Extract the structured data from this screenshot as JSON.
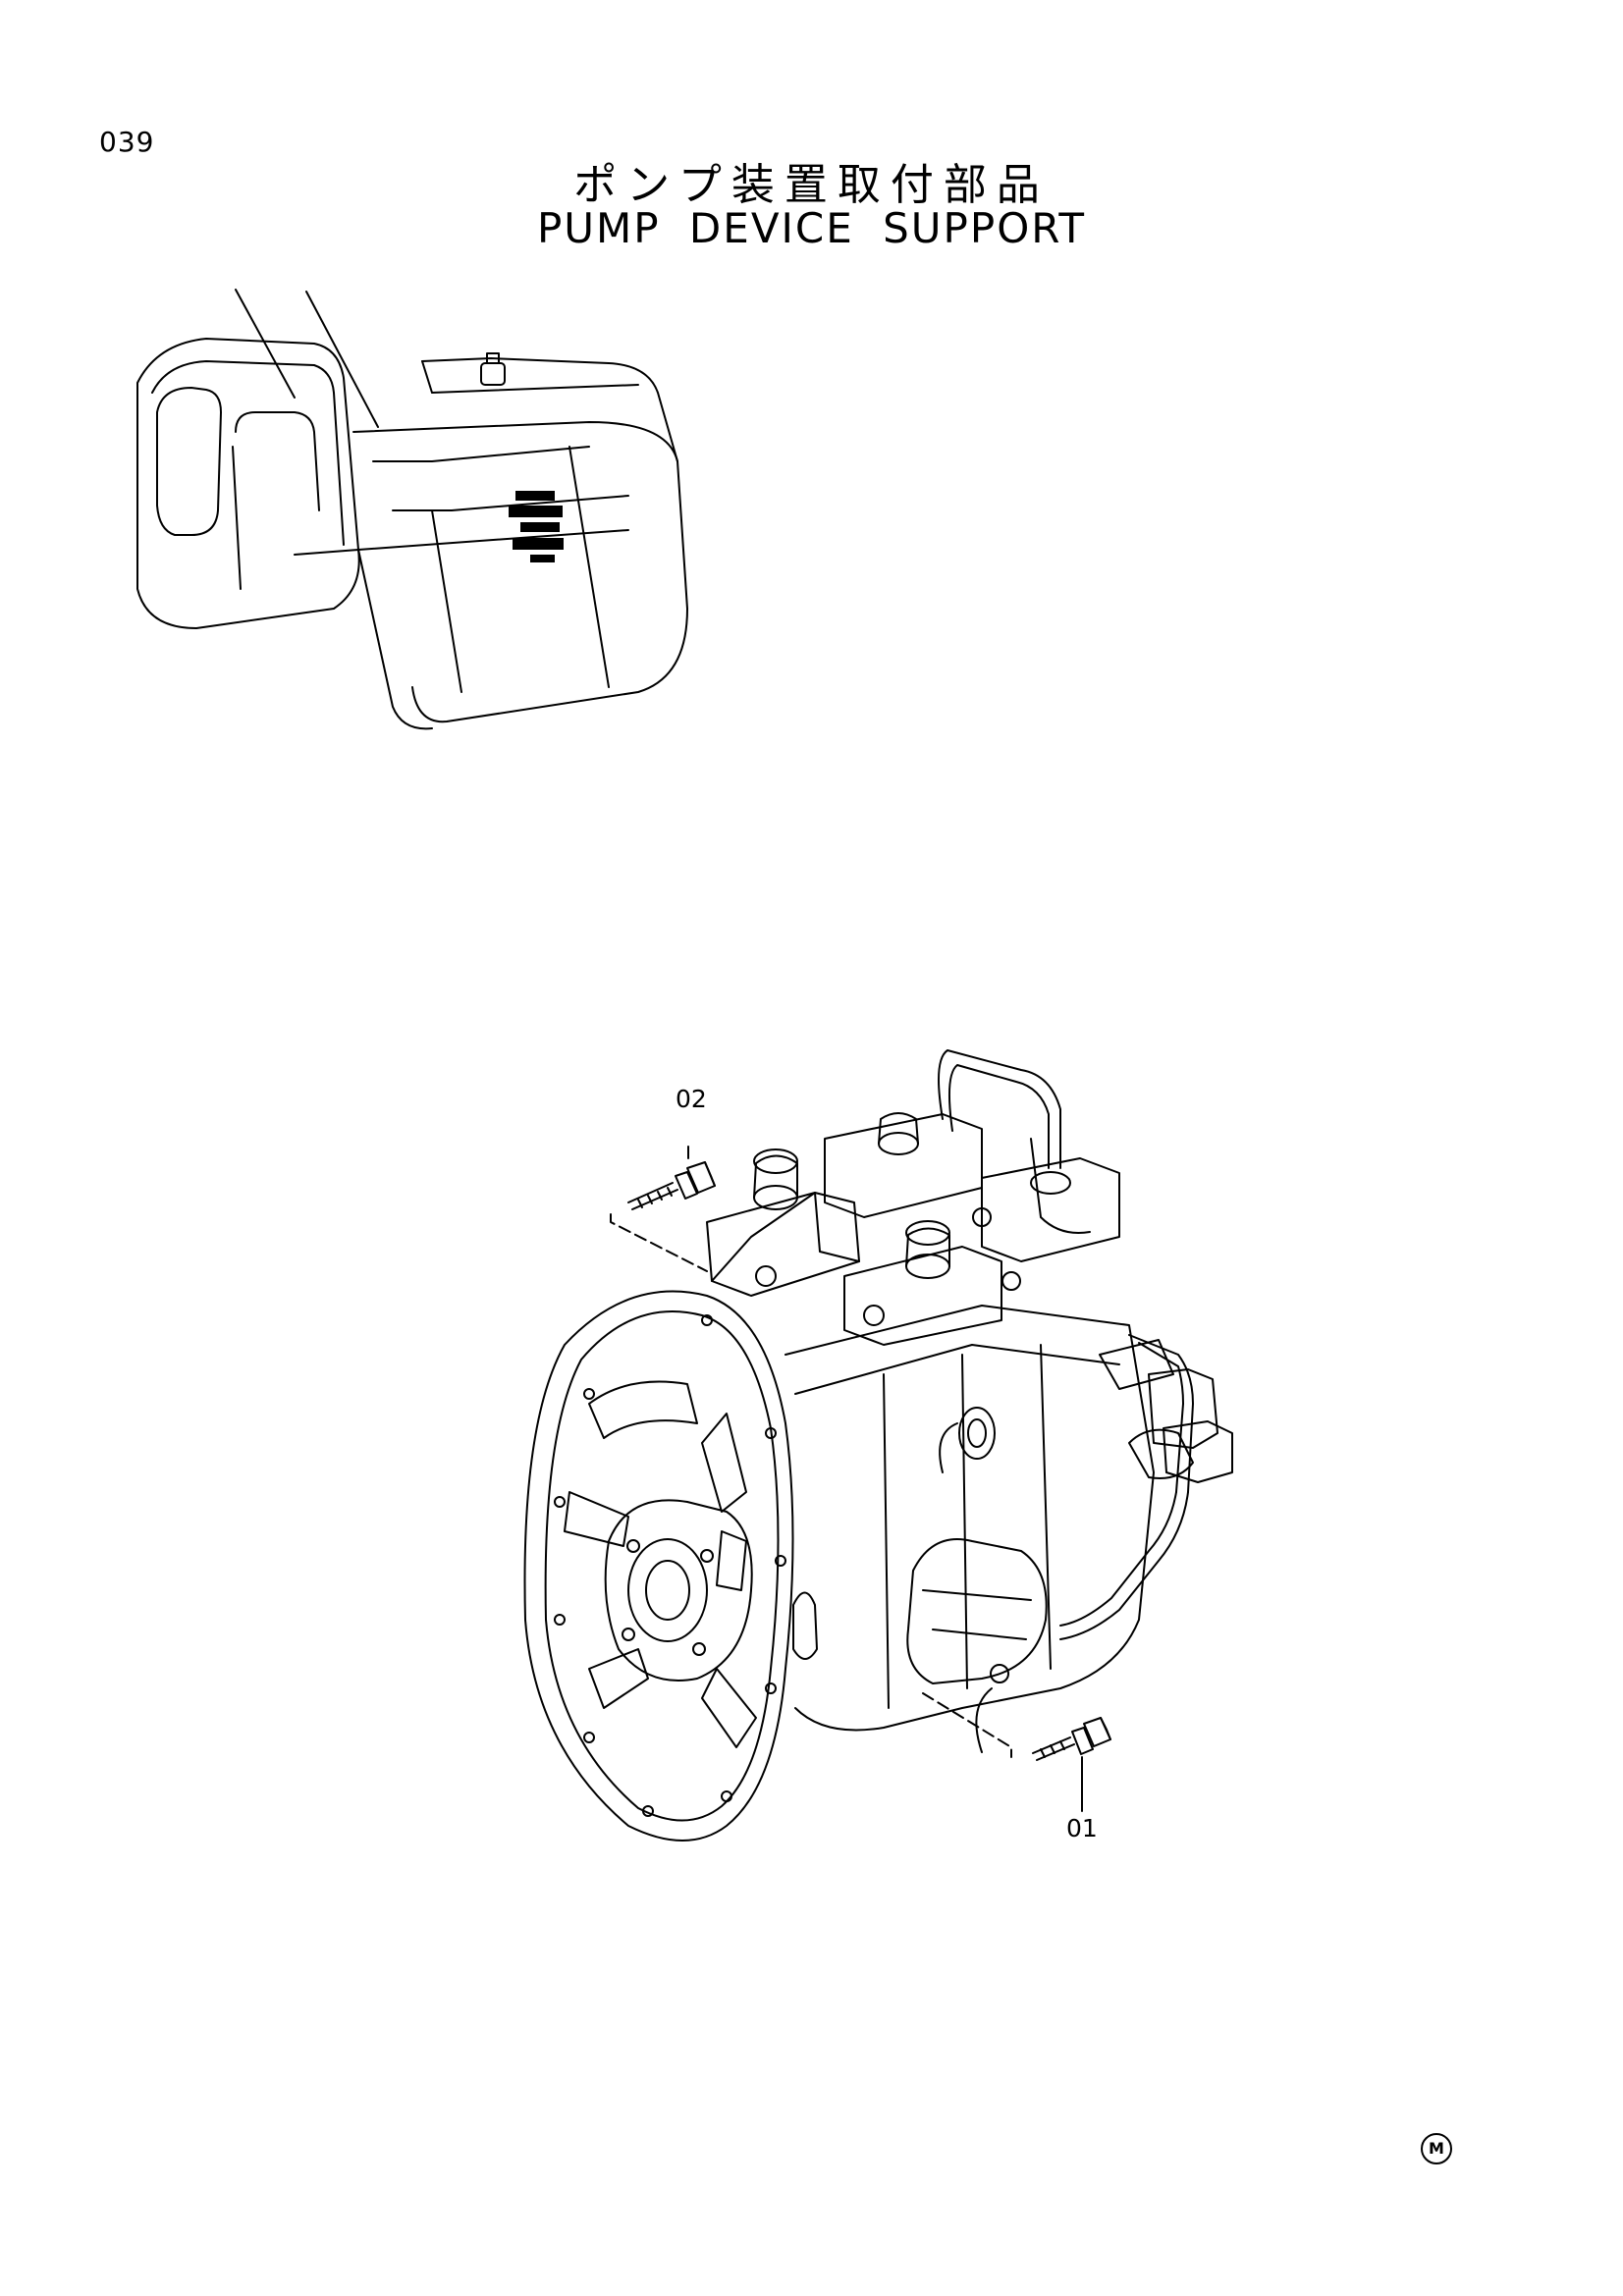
{
  "page": {
    "number": "039"
  },
  "title": {
    "japanese": "ポンプ装置取付部品",
    "english": "PUMP DEVICE SUPPORT"
  },
  "callouts": [
    {
      "id": "02",
      "label": "02"
    },
    {
      "id": "01",
      "label": "01"
    }
  ],
  "footer": {
    "mark": "M"
  },
  "colors": {
    "line": "#000000",
    "background": "#ffffff"
  }
}
